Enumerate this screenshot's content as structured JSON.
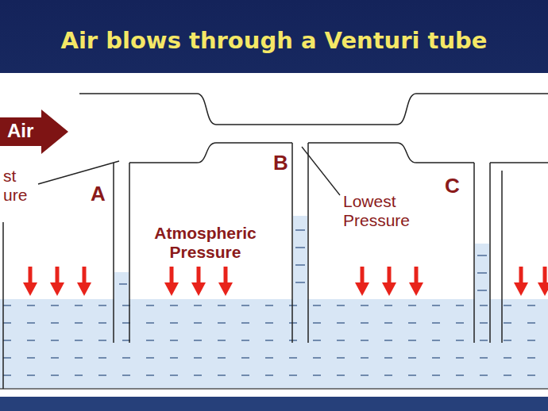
{
  "diagram": {
    "title": "Air blows through a Venturi tube",
    "labels": [
      "Air",
      "st ure",
      "A",
      "Atmospheric Pressure",
      "B",
      "Lowest Pressure",
      "C"
    ]
  }
}
